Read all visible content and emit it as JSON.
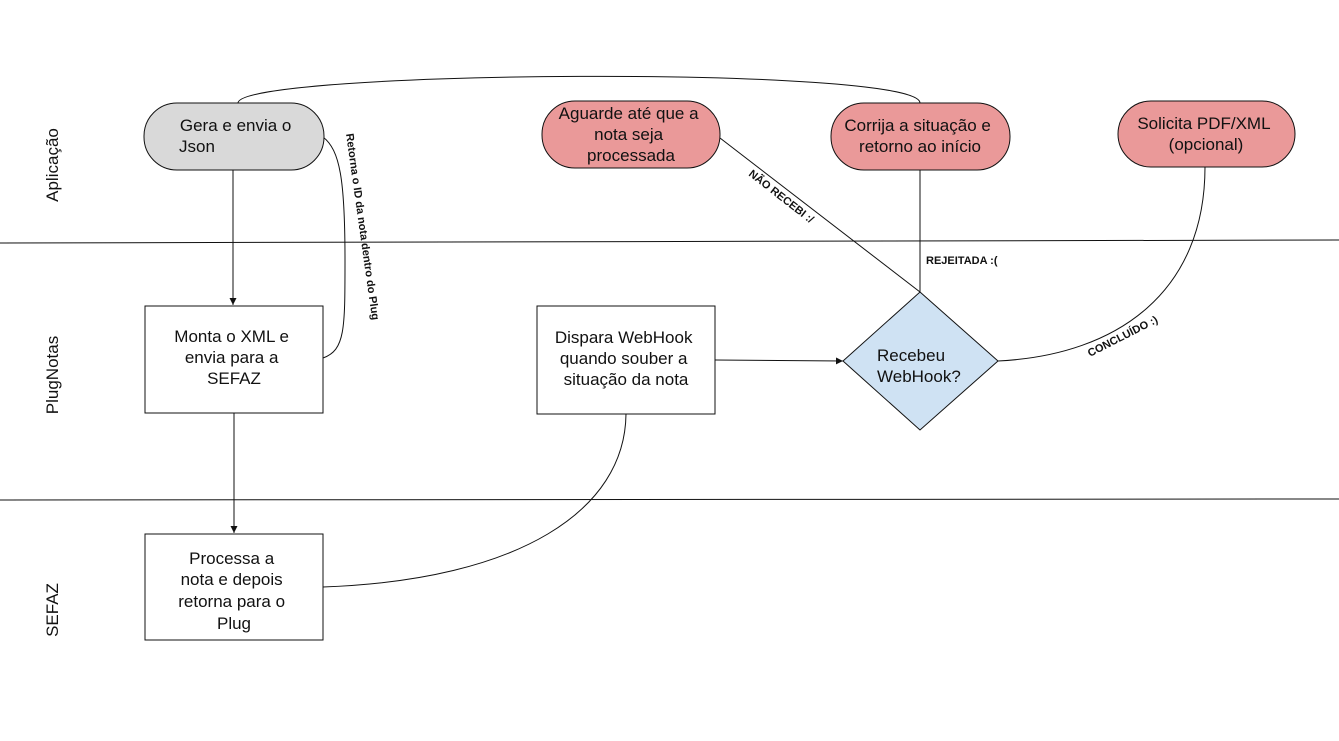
{
  "lanes": {
    "app": "Aplicação",
    "plug": "PlugNotas",
    "sefaz": "SEFAZ"
  },
  "nodes": {
    "gera": [
      "Gera e envia o",
      "Json"
    ],
    "aguarde": [
      "Aguarde até que a",
      "nota seja",
      "processada"
    ],
    "corrija": [
      "Corrija a situação e",
      "retorno ao início"
    ],
    "solicita": [
      "Solicita PDF/XML",
      "(opcional)"
    ],
    "monta": [
      "Monta o XML e",
      "envia para a",
      "SEFAZ"
    ],
    "dispara": [
      "Dispara WebHook",
      "quando souber a",
      "situação da nota"
    ],
    "recebeu": [
      "Recebeu",
      "WebHook?"
    ],
    "processa": [
      "Processa a",
      "nota e depois",
      "retorna para o",
      "Plug"
    ]
  },
  "edge_labels": {
    "retorna_id": "Retorna o ID da nota dentro do Plug",
    "nao_recebi": "NÃO RECEBI :/",
    "rejeitada": "REJEITADA :(",
    "concluido": "CONCLUÍDO :)"
  },
  "colors": {
    "gray_fill": "#d9d9d9",
    "red_fill": "#ea9999",
    "blue_fill": "#cfe2f3",
    "white_fill": "#ffffff",
    "stroke": "#111111"
  }
}
